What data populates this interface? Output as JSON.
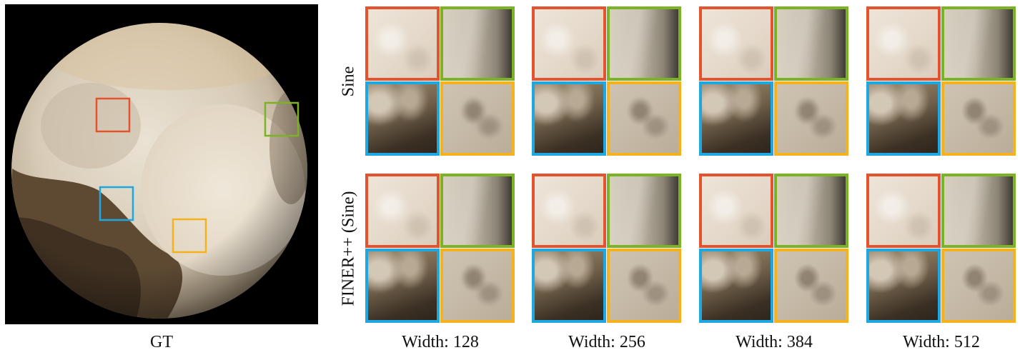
{
  "gt": {
    "caption": "GT"
  },
  "rows": [
    {
      "label": "Sine"
    },
    {
      "label": "FINER++ (Sine)"
    }
  ],
  "columns": [
    {
      "caption": "Width: 128"
    },
    {
      "caption": "Width: 256"
    },
    {
      "caption": "Width: 384"
    },
    {
      "caption": "Width: 512"
    }
  ],
  "colors": {
    "box_red": "#e5522e",
    "box_green": "#7cb324",
    "box_blue": "#1fa8e0",
    "box_orange": "#f4b21f"
  }
}
